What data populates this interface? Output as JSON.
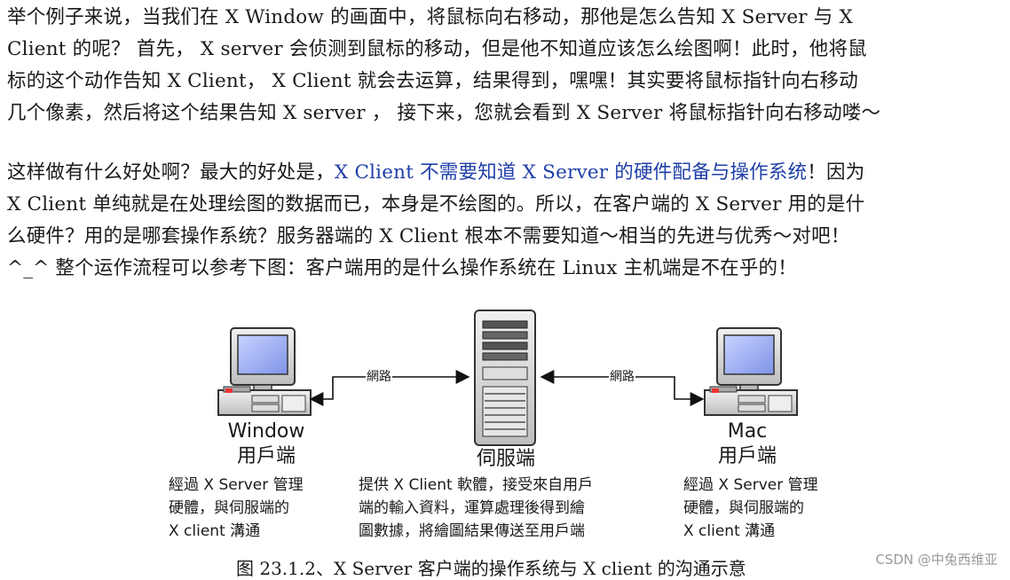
{
  "paragraph1": {
    "lines": [
      "举个例子来说，当我们在 X Window 的画面中，将鼠标向右移动，那他是怎么告知 X Server 与 X",
      "Client 的呢？ 首先， X server 会侦测到鼠标的移动，但是他不知道应该怎么绘图啊！此时，他将鼠",
      "标的这个动作告知 X Client， X Client 就会去运算，结果得到，嘿嘿！其实要将鼠标指针向右移动",
      "几个像素，然后将这个结果告知 X server ， 接下来，您就会看到 X Server 将鼠标指针向右移动喽～"
    ]
  },
  "paragraph2": {
    "line1_prefix": "这样做有什么好处啊？最大的好处是，",
    "line1_highlight": "X Client 不需要知道 X Server 的硬件配备与操作系统",
    "line1_suffix": "！因为",
    "lines": [
      "X Client 单纯就是在处理绘图的数据而已，本身是不绘图的。所以，在客户端的 X Server 用的是什",
      "么硬件？用的是哪套操作系统？服务器端的 X Client 根本不需要知道～相当的先进与优秀～对吧！",
      "^_^ 整个运作流程可以参考下图：客户端用的是什么操作系统在 Linux 主机端是不在乎的！"
    ]
  },
  "figure": {
    "left_client": {
      "title_line1": "Window",
      "title_line2": "用戶端",
      "desc": [
        "經過 X Server 管理",
        "硬體，與伺服端的",
        "X client 溝通"
      ]
    },
    "server": {
      "title": "伺服端",
      "desc": [
        "提供 X Client 軟體，接受來自用戶",
        "端的輸入資料，運算處理後得到繪",
        "圖數據，將繪圖結果傳送至用戶端"
      ]
    },
    "right_client": {
      "title_line1": "Mac",
      "title_line2": "用戶端",
      "desc": [
        "經過 X Server 管理",
        "硬體，與伺服端的",
        "X client 溝通"
      ]
    },
    "network_label_left": "網路",
    "network_label_right": "網路",
    "caption": "图 23.1.2、X Server 客户端的操作系统与 X client 的沟通示意"
  },
  "watermark": "CSDN @中兔西维亚",
  "colors": {
    "text": "#1a1a1a",
    "highlight": "#1f3fa8",
    "watermark": "#9a9a9a"
  }
}
